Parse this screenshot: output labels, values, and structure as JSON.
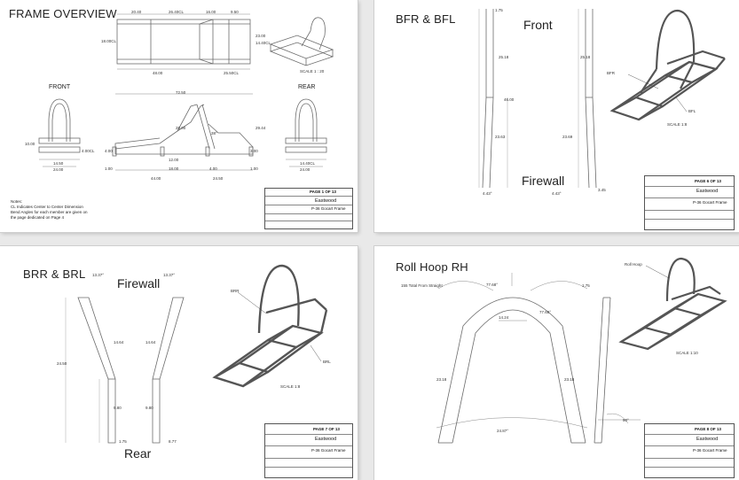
{
  "colors": {
    "background": "#e9e9e9",
    "sheet": "#ffffff",
    "line": "#6b6b6b",
    "tube": "#5a5a5a",
    "tube_light": "#9a9a9a"
  },
  "sheets": [
    {
      "title": "FRAME OVERVIEW",
      "views": {
        "front": "FRONT",
        "rear": "REAR"
      },
      "scale": "SCALE 1 : 20",
      "notes": [
        "Notes:",
        "CL Indicates Center to Center Dimension",
        "Bend Angles for each member are given on the page dedicated on Page 4"
      ],
      "dims": [
        "20.40",
        "26.40CL",
        "16.00",
        "9.50",
        "18.00CL",
        "23.00",
        "14.40CL",
        "48.00",
        "25.50CL",
        "72.50",
        "28.00",
        "38°",
        "29.44",
        "4.00",
        "12.00",
        "3.00",
        "10.00",
        "14.50",
        "24.00",
        "4.00CL",
        "1.00",
        "18.00",
        "4.00",
        "1.00",
        "44.00",
        "24.50",
        "14.40CL",
        "24.00"
      ],
      "title_block": {
        "page": "PAGE 1 OF 13",
        "company": "Eastwood",
        "part": "P-36 Gocart Frame"
      }
    },
    {
      "title": "BFR & BFL",
      "views": {
        "front": "Front",
        "firewall": "Firewall"
      },
      "callouts": [
        "BFR",
        "BFL"
      ],
      "scale": "SCALE 1:8",
      "dims": [
        "1.75",
        "25.18",
        "25.18",
        "46.00",
        "23.63",
        "23.69",
        "4.43°",
        "4.43°",
        "3.45"
      ],
      "title_block": {
        "page": "PAGE 6 OF 13",
        "company": "Eastwood",
        "part": "P-36 Gocart Frame"
      }
    },
    {
      "title": "BRR & BRL",
      "views": {
        "firewall": "Firewall",
        "rear": "Rear"
      },
      "callouts": [
        "BRR",
        "BRL"
      ],
      "scale": "SCALE 1:8",
      "dims": [
        "13.37°",
        "13.37°",
        "14.64",
        "14.64",
        "24.50",
        "9.80",
        "9.80",
        "1.75",
        "8.77"
      ],
      "title_block": {
        "page": "PAGE 7 OF 13",
        "company": "Eastwood",
        "part": "P-36 Gocart Frame"
      }
    },
    {
      "title": "Roll Hoop RH",
      "callouts": [
        "Roll Hoop"
      ],
      "annotation": "155 Total From Straight",
      "scale": "SCALE 1:10",
      "dims": [
        "77.68°",
        "77.68°",
        "14.24",
        "23.18",
        "23.18",
        "24.87°",
        "1.75",
        "90°"
      ],
      "title_block": {
        "page": "PAGE 8 OF 13",
        "company": "Eastwood",
        "part": "P-36 Gocart Frame"
      }
    }
  ]
}
